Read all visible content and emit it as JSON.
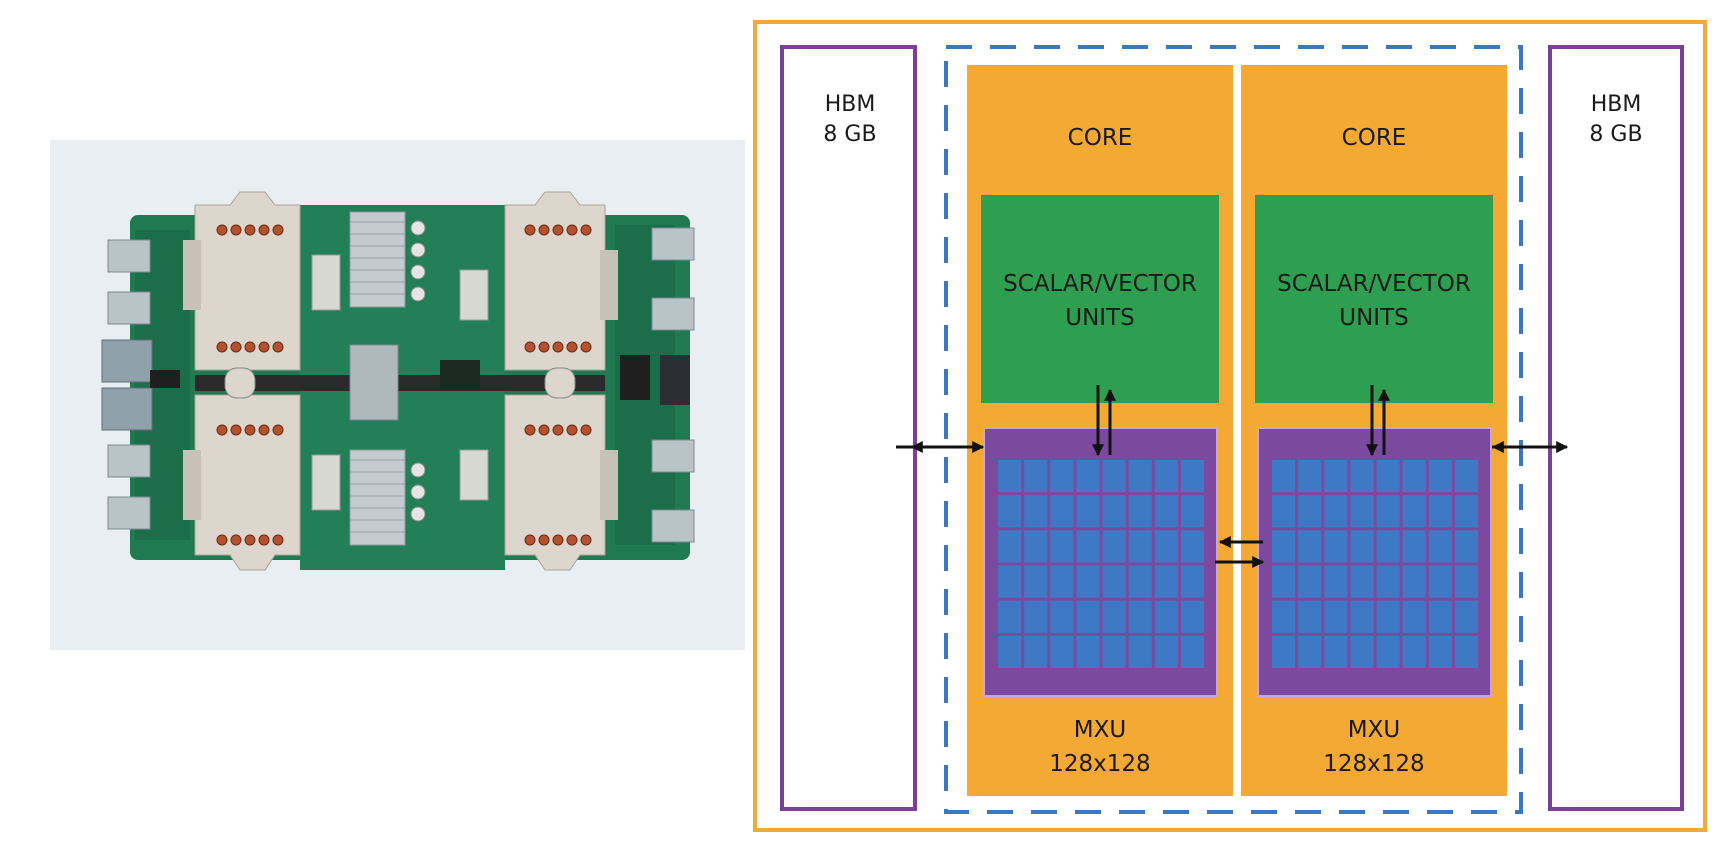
{
  "photo": {
    "subject": "tpu-board-photo",
    "background_color": "#e7edf0",
    "pcb_color": "#1f7a52",
    "heatsink_color": "#d9d4cc"
  },
  "diagram": {
    "colors": {
      "outer_border": "#f2a93b",
      "dashed_border": "#3a78c2",
      "hbm_border": "#7b3f98",
      "core": "#f4a934",
      "scalar_vector": "#2e9e50",
      "mxu_frame": "#7b4a9e",
      "mxu_cell": "#3f79c6",
      "arrow": "#111111"
    },
    "hbm_left": {
      "line1": "HBM",
      "line2": "8 GB"
    },
    "hbm_right": {
      "line1": "HBM",
      "line2": "8 GB"
    },
    "cores": [
      {
        "title": "CORE",
        "unit_line1": "SCALAR/VECTOR",
        "unit_line2": "UNITS",
        "mxu_line1": "MXU",
        "mxu_line2": "128x128"
      },
      {
        "title": "CORE",
        "unit_line1": "SCALAR/VECTOR",
        "unit_line2": "UNITS",
        "mxu_line1": "MXU",
        "mxu_line2": "128x128"
      }
    ],
    "mxu_grid": {
      "rows": 6,
      "cols": 8
    }
  }
}
